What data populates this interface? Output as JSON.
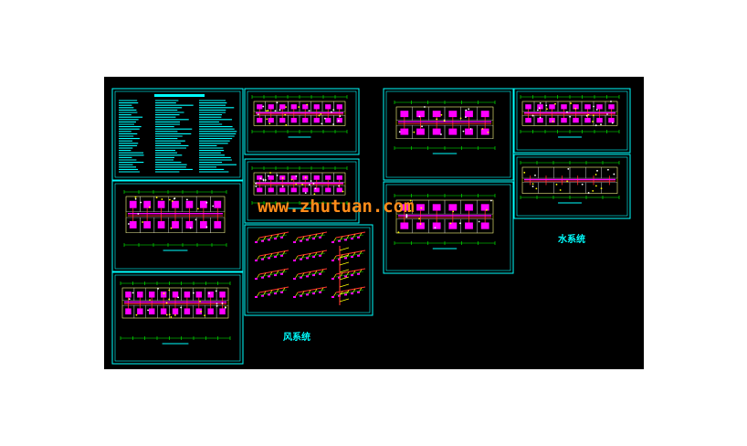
{
  "colors": {
    "background": "#000000",
    "frame": "#00ffff",
    "duct": "#ff00ff",
    "pipe_red": "#ff3030",
    "yellow": "#ffff00",
    "green": "#00ff00",
    "watermark": "#ff8c1a"
  },
  "labels": {
    "air_system": "风系统",
    "water_system": "水系统"
  },
  "watermark": "www.zhutuan.com"
}
